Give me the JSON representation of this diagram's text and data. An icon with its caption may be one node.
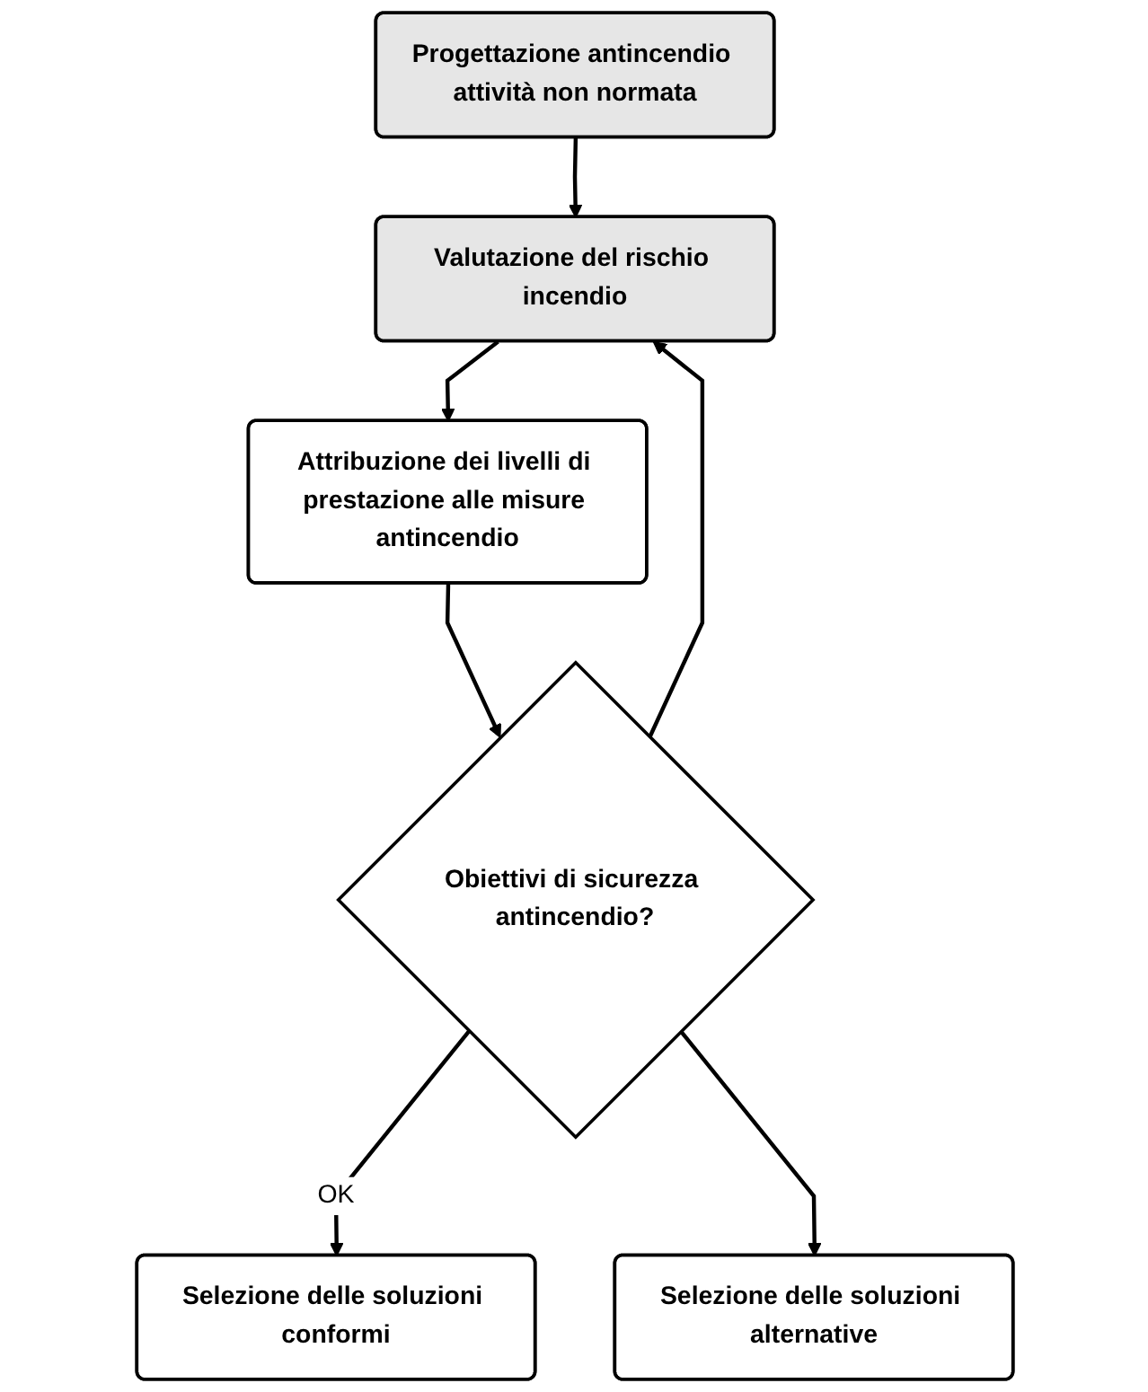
{
  "diagram": {
    "nodes": [
      {
        "text": [
          "Progettazione antincendio attività non normata"
        ]
      },
      {
        "text": [
          "Valutazione del rischio incendio"
        ]
      },
      {
        "text": [
          "Attribuzione dei livelli di prestazione alle misure antincendio"
        ]
      },
      {
        "text": [
          "Obiettivi di sicurezza antincendio?"
        ]
      },
      {
        "text": [
          "Selezione delle soluzioni conformi"
        ]
      },
      {
        "text": [
          "Selezione delle soluzioni alternative"
        ]
      }
    ],
    "edges": [
      {
        "from": 0,
        "to": 1,
        "arrow": "to"
      },
      {
        "from": 1,
        "to": 2,
        "arrow": "to"
      },
      {
        "from": 2,
        "to": 3,
        "arrow": "to"
      },
      {
        "from": 3,
        "to": 1,
        "arrow": "to"
      },
      {
        "from": 3,
        "to": 4,
        "arrow": "to",
        "label": "OK"
      },
      {
        "from": 3,
        "to": 5,
        "arrow": "to"
      }
    ]
  }
}
